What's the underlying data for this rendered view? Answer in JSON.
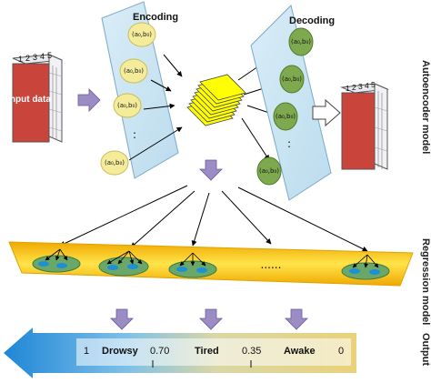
{
  "figure": {
    "input_label": "Input data",
    "cube_numbers": [
      "1",
      "2",
      "3",
      "4",
      "5"
    ],
    "encoding_label": "Encoding",
    "decoding_label": "Decoding",
    "encoder_nodes": [
      "(a₀,b₀)",
      "(a₀,b₀)",
      "(a₀,b₀)",
      "(a₀,b₀)"
    ],
    "decoder_nodes": [
      "(a₀,b₀)",
      "(a₀,b₀)",
      "(a₀,b₀)",
      "(a₀,b₀)"
    ],
    "ellipsis_vertical": ":",
    "ellipsis_horizontal": "......",
    "side_labels": {
      "autoencoder": "Autoencoder model",
      "regression": "Regression model",
      "output": "Output"
    },
    "scale": {
      "left_value": "1",
      "drowsy": "Drowsy",
      "v070": "0.70",
      "tired": "Tired",
      "v035": "0.35",
      "awake": "Awake",
      "right_value": "0"
    },
    "colors": {
      "cube_face": "#c9443a",
      "cube_side": "#e9e9f0",
      "panel_fill": "#cfe6f3",
      "encoder_node": "#f4ec9a",
      "decoder_node": "#7fa94f",
      "feature_stack": "#ffff00",
      "arrow_purple": "#9b8cc4",
      "band_yellow": "#f5c400",
      "pod_green": "#6aa86a",
      "pod_blue": "#1f8fd6",
      "scale_blue": "#2f8fd6"
    }
  }
}
